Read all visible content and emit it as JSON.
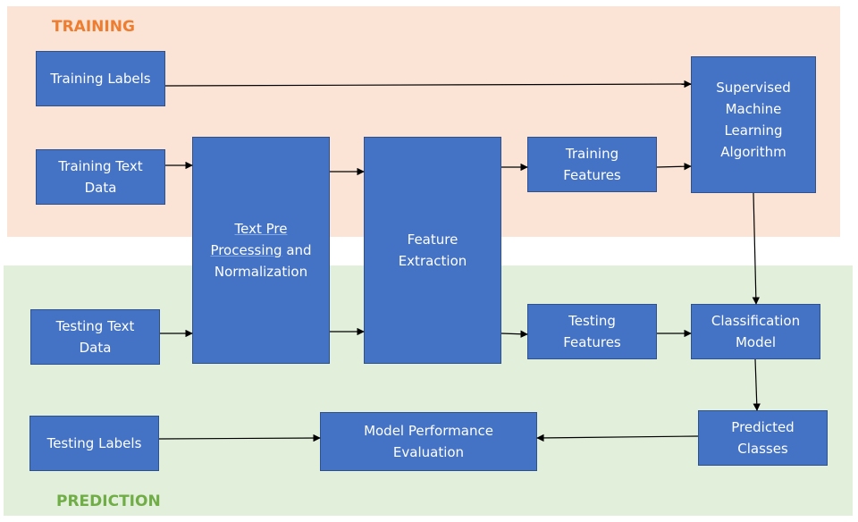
{
  "regions": {
    "training": "TRAINING",
    "prediction": "PREDICTION"
  },
  "colors": {
    "training_bg": "#fbe4d6",
    "prediction_bg": "#e2efda",
    "training_label": "#ed7d31",
    "prediction_label": "#70ad47",
    "box_fill": "#4472c4",
    "box_border": "#2f528f",
    "box_text": "#ffffff"
  },
  "nodes": {
    "training_labels": "Training Labels",
    "training_text_data": {
      "line1": "Training Text",
      "line2": "Data"
    },
    "text_pre_processing": {
      "line1_part1": "Text Pre",
      "line2_part1": "Processing",
      "line2_part2": " and",
      "line3": "Normalization"
    },
    "feature_extraction": {
      "line1": "Feature",
      "line2": "Extraction"
    },
    "training_features": {
      "line1": "Training",
      "line2": "Features"
    },
    "supervised_ml_algorithm": {
      "line1": "Supervised",
      "line2": "Machine",
      "line3": "Learning",
      "line4": "Algorithm"
    },
    "testing_text_data": {
      "line1": "Testing Text",
      "line2": "Data"
    },
    "testing_features": {
      "line1": "Testing",
      "line2": "Features"
    },
    "classification_model": {
      "line1": "Classification",
      "line2": "Model"
    },
    "testing_labels": "Testing Labels",
    "model_performance_evaluation": {
      "line1": "Model Performance",
      "line2": "Evaluation"
    },
    "predicted_classes": {
      "line1": "Predicted",
      "line2": "Classes"
    }
  }
}
